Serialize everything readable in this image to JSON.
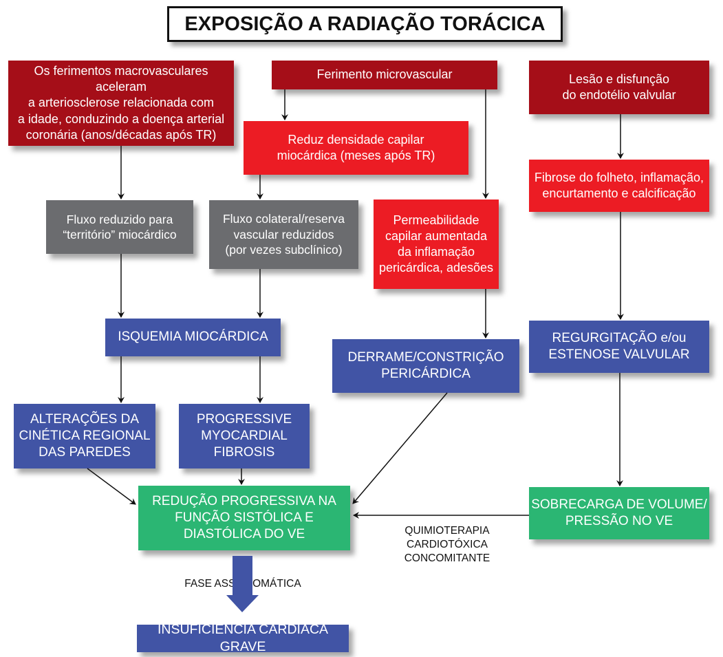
{
  "title": "EXPOSIÇÃO A RADIAÇÃO TORÁCICA",
  "colors": {
    "dark_red": "#a50e18",
    "red": "#ec1c24",
    "gray": "#6b6c6f",
    "blue": "#4154a5",
    "green": "#2bb673"
  },
  "nodes": {
    "macrovascular": "Os ferimentos macrovasculares aceleram\na arteriosclerose relacionada com\na idade, conduzindo a doença arterial\ncoronária (anos/décadas após TR)",
    "microvascular": "Ferimento microvascular",
    "valvular_injury": "Lesão e disfunção\ndo endotélio valvular",
    "capillary_density": "Reduz densidade capilar\nmiocárdica (meses após TR)",
    "leaflet_fibrosis": "Fibrose do folheto, inflamação,\nencurtamento e calcificação",
    "reduced_flow": "Fluxo reduzido para\n“território” miocárdico",
    "collateral_flow": "Fluxo colateral/reserva\nvascular reduzidos\n(por vezes subclínico)",
    "permeability": "Permeabilidade\ncapilar aumentada\nda inflamação\npericárdica, adesões",
    "ischemia": "ISQUEMIA MIOCÁRDICA",
    "pericardial": "DERRAME/CONSTRIÇÃO\nPERICÁRDICA",
    "valvular_disease": "REGURGITAÇÃO e/ou\nESTENOSE VALVULAR",
    "wall_motion": "ALTERAÇÕES DA\nCINÉTICA REGIONAL\nDAS PAREDES",
    "fibrosis": "PROGRESSIVE\nMYOCARDIAL\nFIBROSIS",
    "lv_function": "REDUÇÃO PROGRESSIVA NA\nFUNÇÃO SISTÓLICA E\nDIASTÓLICA DO VE",
    "volume_overload": "SOBRECARGA DE VOLUME/\nPRESSÃO NO VE",
    "heart_failure": "INSUFICIÊNCIA CARDÍACA GRAVE"
  },
  "labels": {
    "chemo": "QUIMIOTERAPIA\nCARDIOTÓXICA\nCONCOMITANTE",
    "asymptomatic": "FASE ASSINTOMÁTICA"
  }
}
